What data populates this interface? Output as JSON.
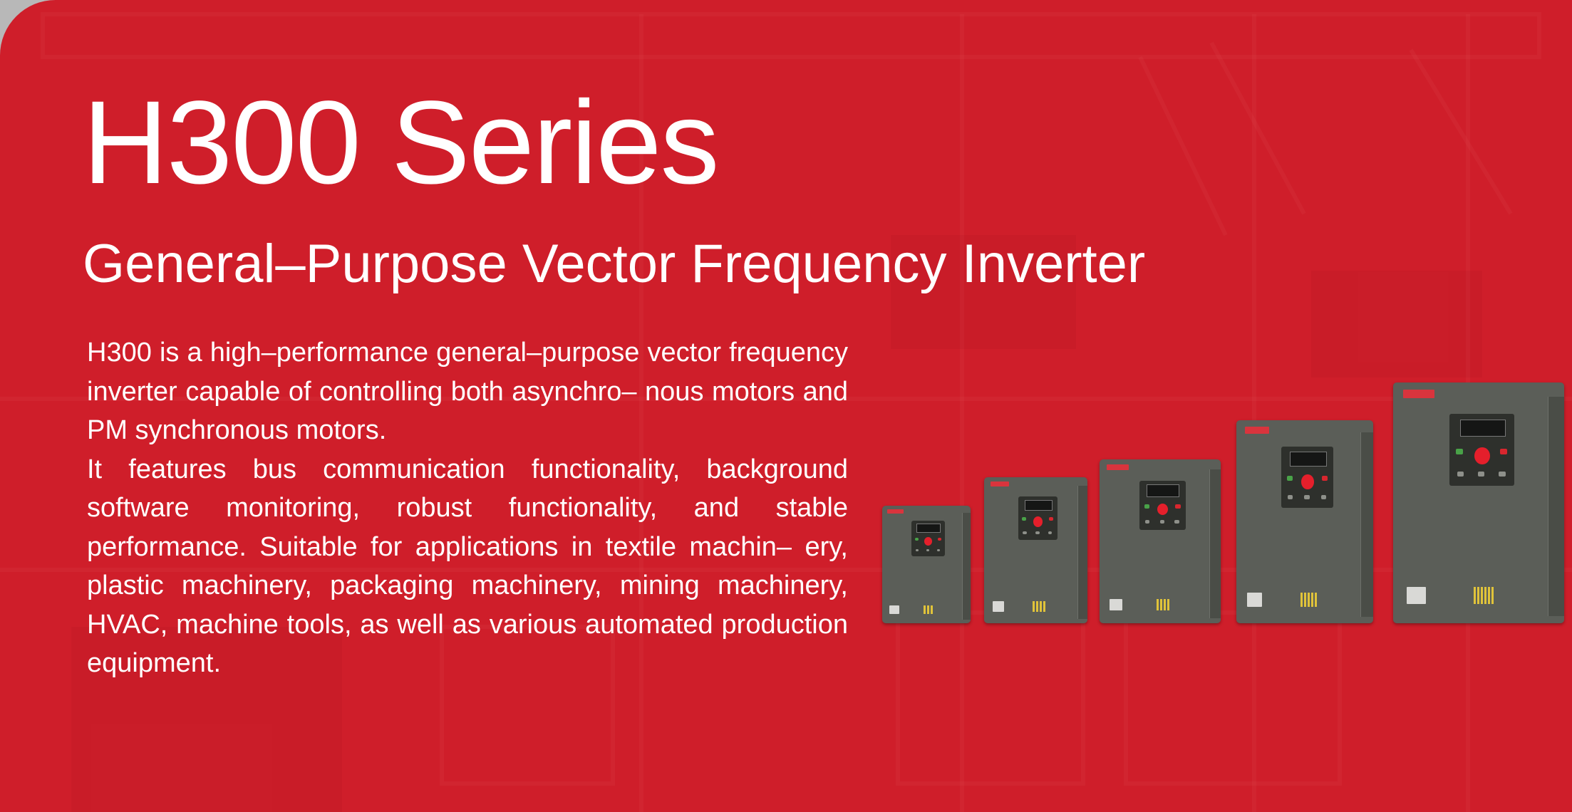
{
  "banner": {
    "title": "H300 Series",
    "subtitle": "General–Purpose Vector Frequency Inverter",
    "description": [
      "H300 is a high–performance general–purpose vector frequency inverter capable of controlling both asynchro– nous motors and PM synchronous motors.",
      "It features bus communication functionality, background software monitoring, robust functionality, and stable performance. Suitable for applications in textile machin– ery, plastic machinery, packaging machinery, mining machinery, HVAC, machine tools, as well as various automated production equipment."
    ],
    "colors": {
      "background": "#cf1e2a",
      "text": "#ffffff",
      "product_body": "#5b5e58",
      "accent": "#e51f2b"
    }
  },
  "products": {
    "count": 5,
    "icon": "frequency-inverter-unit"
  }
}
